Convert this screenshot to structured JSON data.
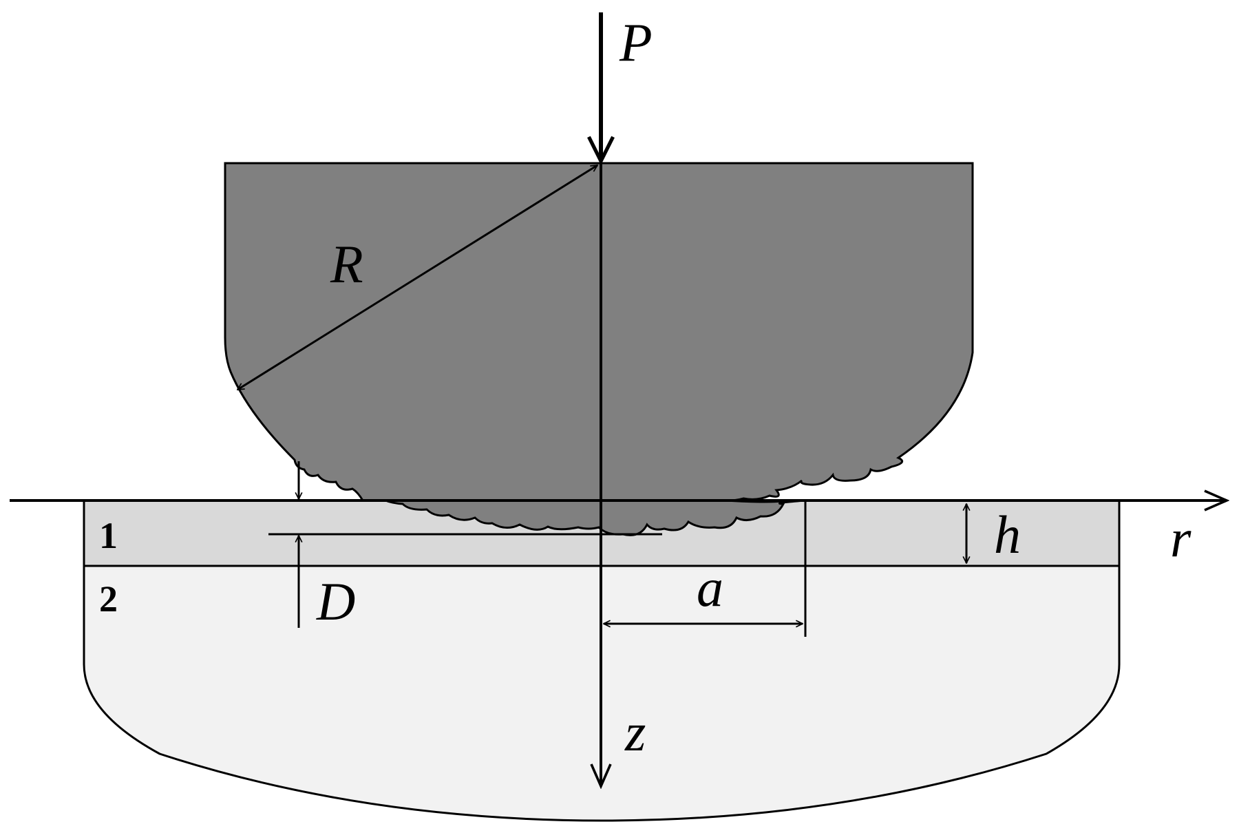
{
  "labels": {
    "load": "P",
    "radius": "R",
    "layer_thickness": "h",
    "radial_axis": "r",
    "contact_radius": "a",
    "depth_axis": "z",
    "penetration": "D",
    "layer_1": "1",
    "layer_2": "2"
  },
  "colors": {
    "indenter": "#808080",
    "layer_1": "#d9d9d9",
    "layer_2": "#f2f2f2",
    "stroke": "#000000"
  }
}
